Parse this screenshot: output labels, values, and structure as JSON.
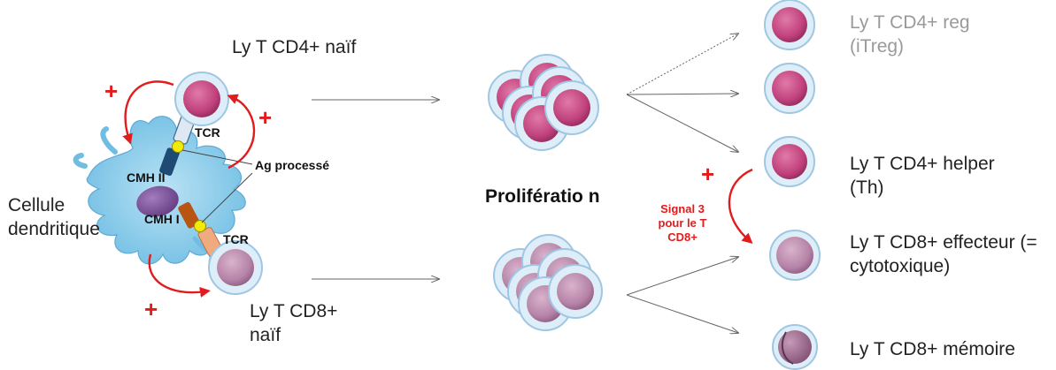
{
  "left": {
    "dendritic_cell": "Cellule dendritique",
    "cd4_naive": "Ly T CD4+ naïf",
    "cd8_naive": "Ly T CD8+ naïf",
    "tcr_top": "TCR",
    "tcr_bottom": "TCR",
    "cmh2": "CMH II",
    "cmh1": "CMH I",
    "ag_processed": "Ag processé",
    "plus": "+"
  },
  "middle": {
    "proliferation": "Prolifératio n"
  },
  "right": {
    "itreg": "Ly T CD4+ reg (iTreg)",
    "helper": "Ly T CD4+ helper (Th)",
    "cd8_effector": "Ly T CD8+ effecteur (= cytotoxique)",
    "cd8_memory": "Ly T CD8+ mémoire",
    "signal3": "Signal 3 pour le T CD8+",
    "plus": "+"
  },
  "colors": {
    "cd4_nucleus": "#c0417c",
    "cd8_nucleus": "#b583a7",
    "cell_membrane": "#a8cfe9",
    "dendritic_body": "#8dcbe9",
    "dendritic_nucleus": "#7d4f9a",
    "cmh2": "#1f4a74",
    "cmh1": "#b85512",
    "tcr_cd4": "#dde8f2",
    "tcr_cd8": "#efaa80",
    "antigen": "#f4ea0a",
    "accent_red": "#e31b1b",
    "itreg_label": "#9a9a9a"
  }
}
